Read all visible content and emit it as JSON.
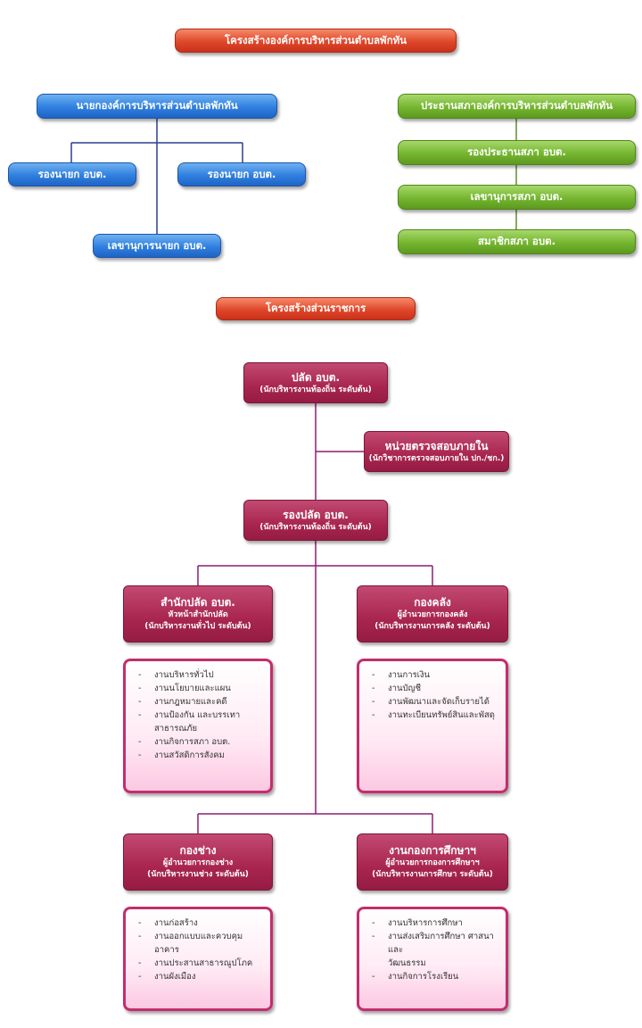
{
  "section1_title": "โครงสร้างองค์การบริหารส่วนตำบลพักทัน",
  "executive": {
    "mayor": "นายกองค์การบริหารส่วนตำบลพักทัน",
    "deputy_left": "รองนายก อบต.",
    "deputy_right": "รองนายก อบต.",
    "secretary": "เลขานุการนายก อบต."
  },
  "council": {
    "chairman": "ประธานสภาองค์การบริหารส่วนตำบลพักทัน",
    "vice_chairman": "รองประธานสภา อบต.",
    "secretary": "เลขานุการสภา อบต.",
    "member": "สมาชิกสภา อบต."
  },
  "section2_title": "โครงสร้างส่วนราชการ",
  "palad": {
    "title": "ปลัด อบต.",
    "subtitle": "(นักบริหารงานท้องถิ่น ระดับต้น)"
  },
  "audit": {
    "title": "หน่วยตรวจสอบภายใน",
    "subtitle": "(นักวิชาการตรวจสอบภายใน ปก./ชก.)"
  },
  "deputy_palad": {
    "title": "รองปลัด อบต.",
    "subtitle": "(นักบริหารงานท้องถิ่น ระดับต้น)"
  },
  "office": {
    "title": "สำนักปลัด อบต.",
    "subtitle1": "หัวหน้าสำนักปลัด",
    "subtitle2": "(นักบริหารงานทั่วไป ระดับต้น)",
    "items": [
      "งานบริหารทั่วไป",
      "งานนโยบายและแผน",
      "งานกฎหมายและคดี",
      "งานป้องกัน และบรรเทา",
      "สาธารณภัย",
      "งานกิจการสภา อบต.",
      "งานสวัสดิการสังคม"
    ]
  },
  "finance": {
    "title": "กองคลัง",
    "subtitle1": "ผู้อำนวยการกองคลัง",
    "subtitle2": "(นักบริหารงานการคลัง ระดับต้น)",
    "items": [
      "งานการเงิน",
      "งานบัญชี",
      "งานพัฒนาและจัดเก็บรายได้",
      "งานทะเบียนทรัพย์สินและพัสดุ"
    ]
  },
  "engineering": {
    "title": "กองช่าง",
    "subtitle1": "ผู้อำนวยการกองช่าง",
    "subtitle2": "(นักบริหารงานช่าง ระดับต้น)",
    "items": [
      "งานก่อสร้าง",
      "งานออกแบบและควบคุมอาคาร",
      "งานประสานสาธารณูปโภค",
      "งานผังเมือง"
    ]
  },
  "education": {
    "title": "งานกองการศึกษาฯ",
    "subtitle1": "ผู้อำนวยการกองการศึกษาฯ",
    "subtitle2": "(นักบริหารงานการศึกษา ระดับต้น)",
    "items": [
      "งานบริหารการศึกษา",
      "งานส่งเสริมการศึกษา ศาสนาและ",
      "วัฒนธรรม",
      "งานกิจการโรงเรียน"
    ]
  },
  "colors": {
    "orange": "#e0472a",
    "blue": "#2f7fe0",
    "green": "#74b52f",
    "crimson": "#a8254f",
    "card_border": "#c42d6d"
  }
}
